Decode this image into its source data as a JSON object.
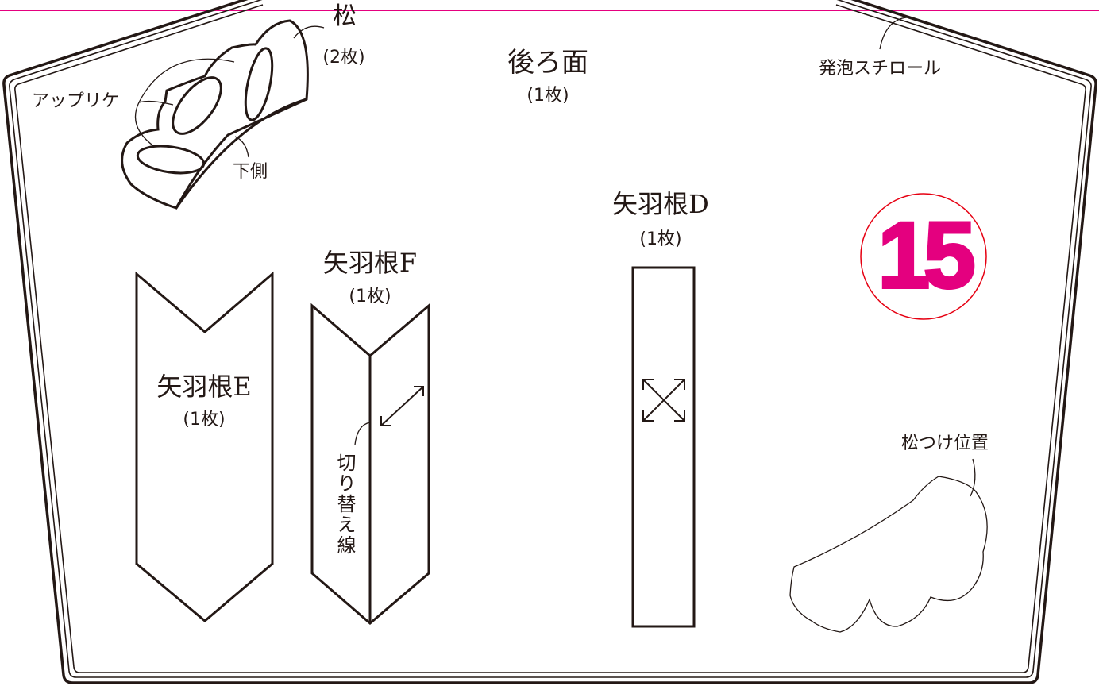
{
  "labels": {
    "matsu": "松",
    "matsu_count": "(2枚)",
    "applique": "アップリケ",
    "kagawa": "下側",
    "ushiromen": "後ろ面",
    "ushiromen_count": "(1枚)",
    "happo": "発泡スチロール",
    "yabane_d": "矢羽根D",
    "yabane_d_count": "(1枚)",
    "yabane_e": "矢羽根E",
    "yabane_e_count": "(1枚)",
    "yabane_f": "矢羽根F",
    "yabane_f_count": "(1枚)",
    "kirikae": "切り替え線",
    "matsu_pos": "松つけ位置",
    "badge_number": "15"
  },
  "colors": {
    "pink_line": "#e5007f",
    "badge_fill": "#e4007f",
    "badge_ring": "#e60012",
    "ink": "#231815"
  }
}
